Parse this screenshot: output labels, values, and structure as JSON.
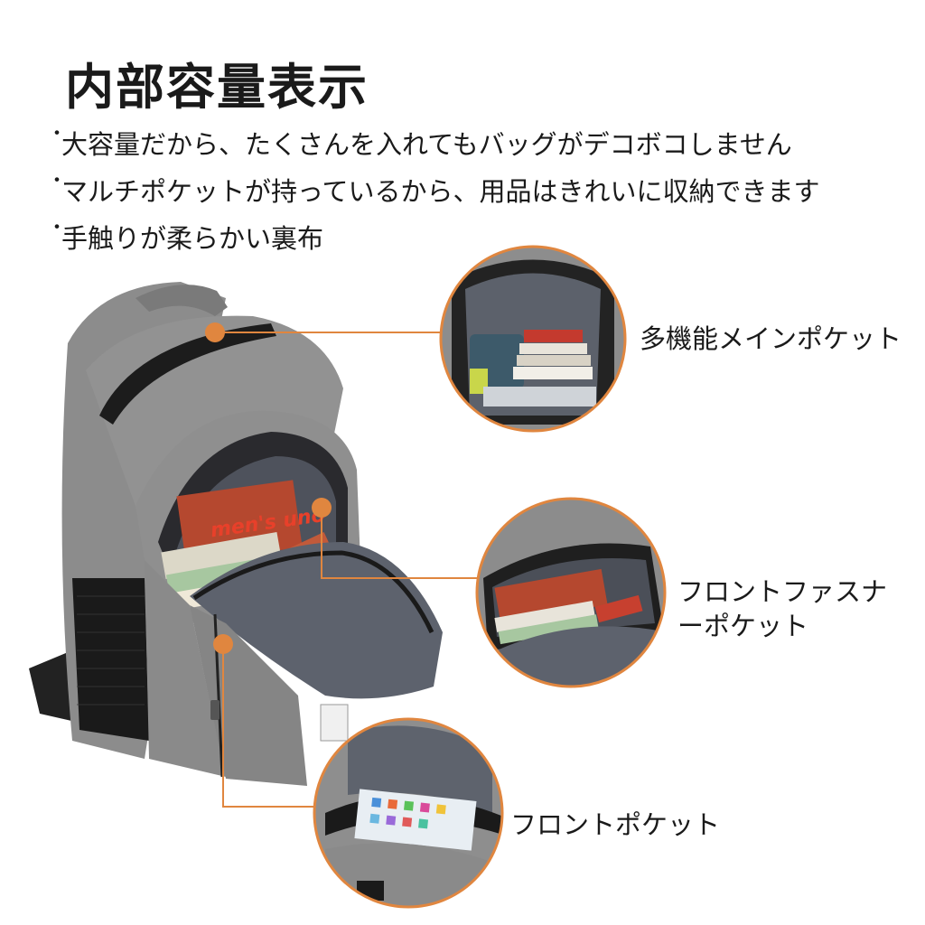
{
  "title": "内部容量表示",
  "bullets": [
    "大容量だから、たくさんを入れてもバッグがデコボコしません",
    "マルチポケットが持っているから、用品はきれいに収納できます",
    "手触りが柔らかい裏布"
  ],
  "callouts": {
    "main_pocket": "多機能メインポケット",
    "front_zip_pocket_line1": "フロントファスナ",
    "front_zip_pocket_line2": "ーポケット",
    "front_pocket": "フロントポケット"
  },
  "book_label": "men's uno",
  "colors": {
    "accent": "#e0863f",
    "bag_gray": "#8e8e8e",
    "lining": "#5f6470"
  }
}
